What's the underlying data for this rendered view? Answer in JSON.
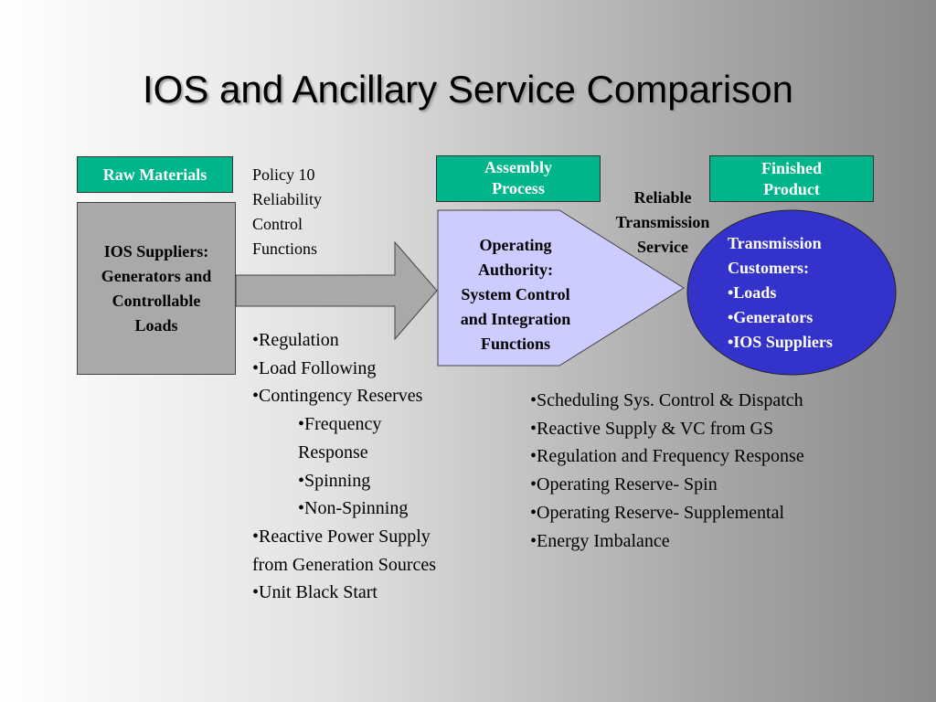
{
  "title": "IOS and Ancillary Service Comparison",
  "labels": {
    "raw_materials": "Raw Materials",
    "assembly_line1": "Assembly",
    "assembly_line2": "Process",
    "finished_line1": "Finished",
    "finished_line2": "Product"
  },
  "supplier_box": {
    "line1": "IOS Suppliers:",
    "line2": "Generators and",
    "line3": "Controllable",
    "line4": "Loads"
  },
  "policy_text": [
    "Policy 10",
    "Reliability",
    "Control",
    "Functions"
  ],
  "operating_authority": [
    "Operating",
    "Authority:",
    "System Control",
    "and Integration",
    "Functions"
  ],
  "reliable_service": [
    "Reliable",
    "Transmission",
    "Service"
  ],
  "transmission_customers": [
    "Transmission",
    "Customers:",
    "•Loads",
    "•Generators",
    "•IOS Suppliers"
  ],
  "raw_services": [
    {
      "text": "•Regulation",
      "indent": false
    },
    {
      "text": "•Load Following",
      "indent": false
    },
    {
      "text": "•Contingency Reserves",
      "indent": false
    },
    {
      "text": "•Frequency Response",
      "indent": true
    },
    {
      "text": "•Spinning",
      "indent": true
    },
    {
      "text": "•Non-Spinning",
      "indent": true
    },
    {
      "text": "•Reactive Power Supply from Generation Sources",
      "indent": false
    },
    {
      "text": "•Unit Black Start",
      "indent": false
    }
  ],
  "product_services": [
    "•Scheduling Sys. Control & Dispatch",
    "•Reactive Supply & VC from GS",
    "•Regulation and Frequency Response",
    "•Operating Reserve- Spin",
    "•Operating Reserve- Supplemental",
    "•Energy Imbalance"
  ],
  "colors": {
    "label_green": "#00b58a",
    "supplier_gray": "#a9a9a9",
    "pentagon_fill": "#ccccff",
    "ellipse_fill": "#3333cc"
  }
}
